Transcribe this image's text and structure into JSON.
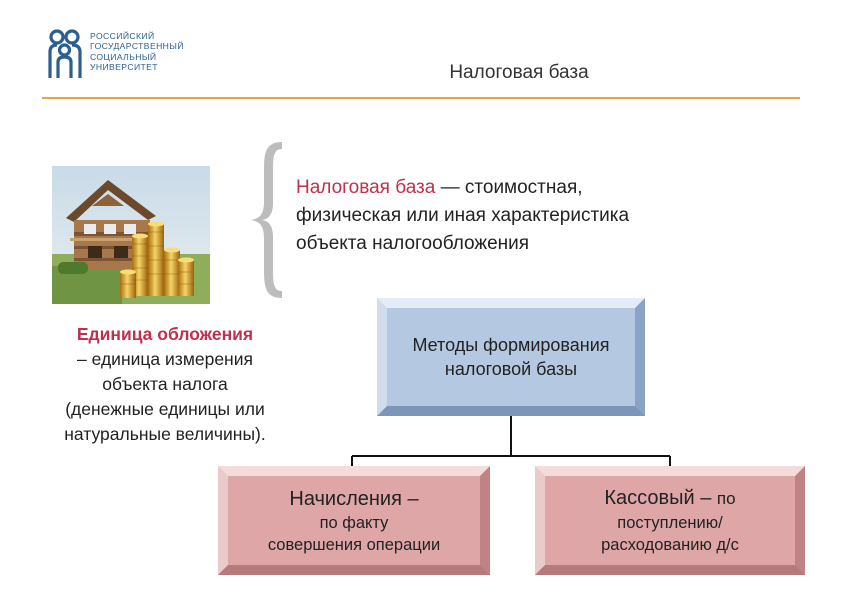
{
  "header": {
    "logo_lines": [
      "РОССИЙСКИЙ",
      "ГОСУДАРСТВЕННЫЙ",
      "СОЦИАЛЬНЫЙ",
      "УНИВЕРСИТЕТ"
    ],
    "title": "Налоговая база",
    "rule_color": "#e8a443"
  },
  "definition": {
    "term": "Налоговая база",
    "line1_rest": " — стоимостная,",
    "line2": "физическая или иная  характеристика",
    "line3": "объекта налогообложения",
    "term_color": "#c0304d"
  },
  "unit": {
    "term": "Единица обложения",
    "line2": "– единица измерения",
    "line3": "объекта налога",
    "line4": "(денежные единицы или",
    "line5": "натуральные величины)."
  },
  "diagram": {
    "root": {
      "line1": "Методы формирования",
      "line2": "налоговой базы",
      "color": "#b4c8e2"
    },
    "accrual": {
      "head": "Начисления –",
      "line2": "по факту",
      "line3": "совершения операции",
      "color": "#dfa6a7"
    },
    "cash": {
      "head": "Кассовый – ",
      "head_small": "по",
      "line2": "поступлению/",
      "line3": "расходованию д/с",
      "color": "#dfa6a7"
    }
  },
  "icons": {
    "logo": "university-people-logo-icon",
    "picture": "house-with-coins-picture",
    "brace": "curly-brace-icon"
  }
}
